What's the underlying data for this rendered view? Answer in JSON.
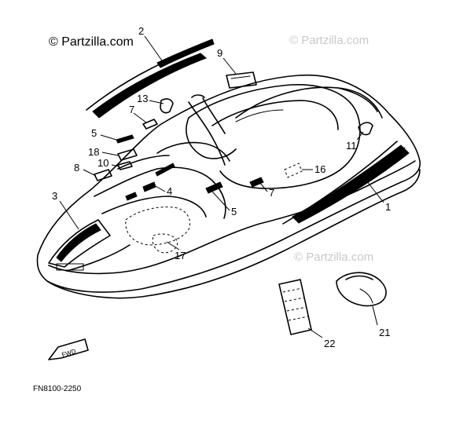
{
  "watermark": {
    "main": "© Partzilla.com",
    "faded": "© Partzilla.com"
  },
  "fwd_label": "FWD",
  "diagram_code": "FN8100-2250",
  "callouts": [
    "1",
    "2",
    "3",
    "4",
    "5",
    "5",
    "7",
    "7",
    "8",
    "9",
    "10",
    "11",
    "13",
    "16",
    "17",
    "18",
    "21",
    "22"
  ]
}
